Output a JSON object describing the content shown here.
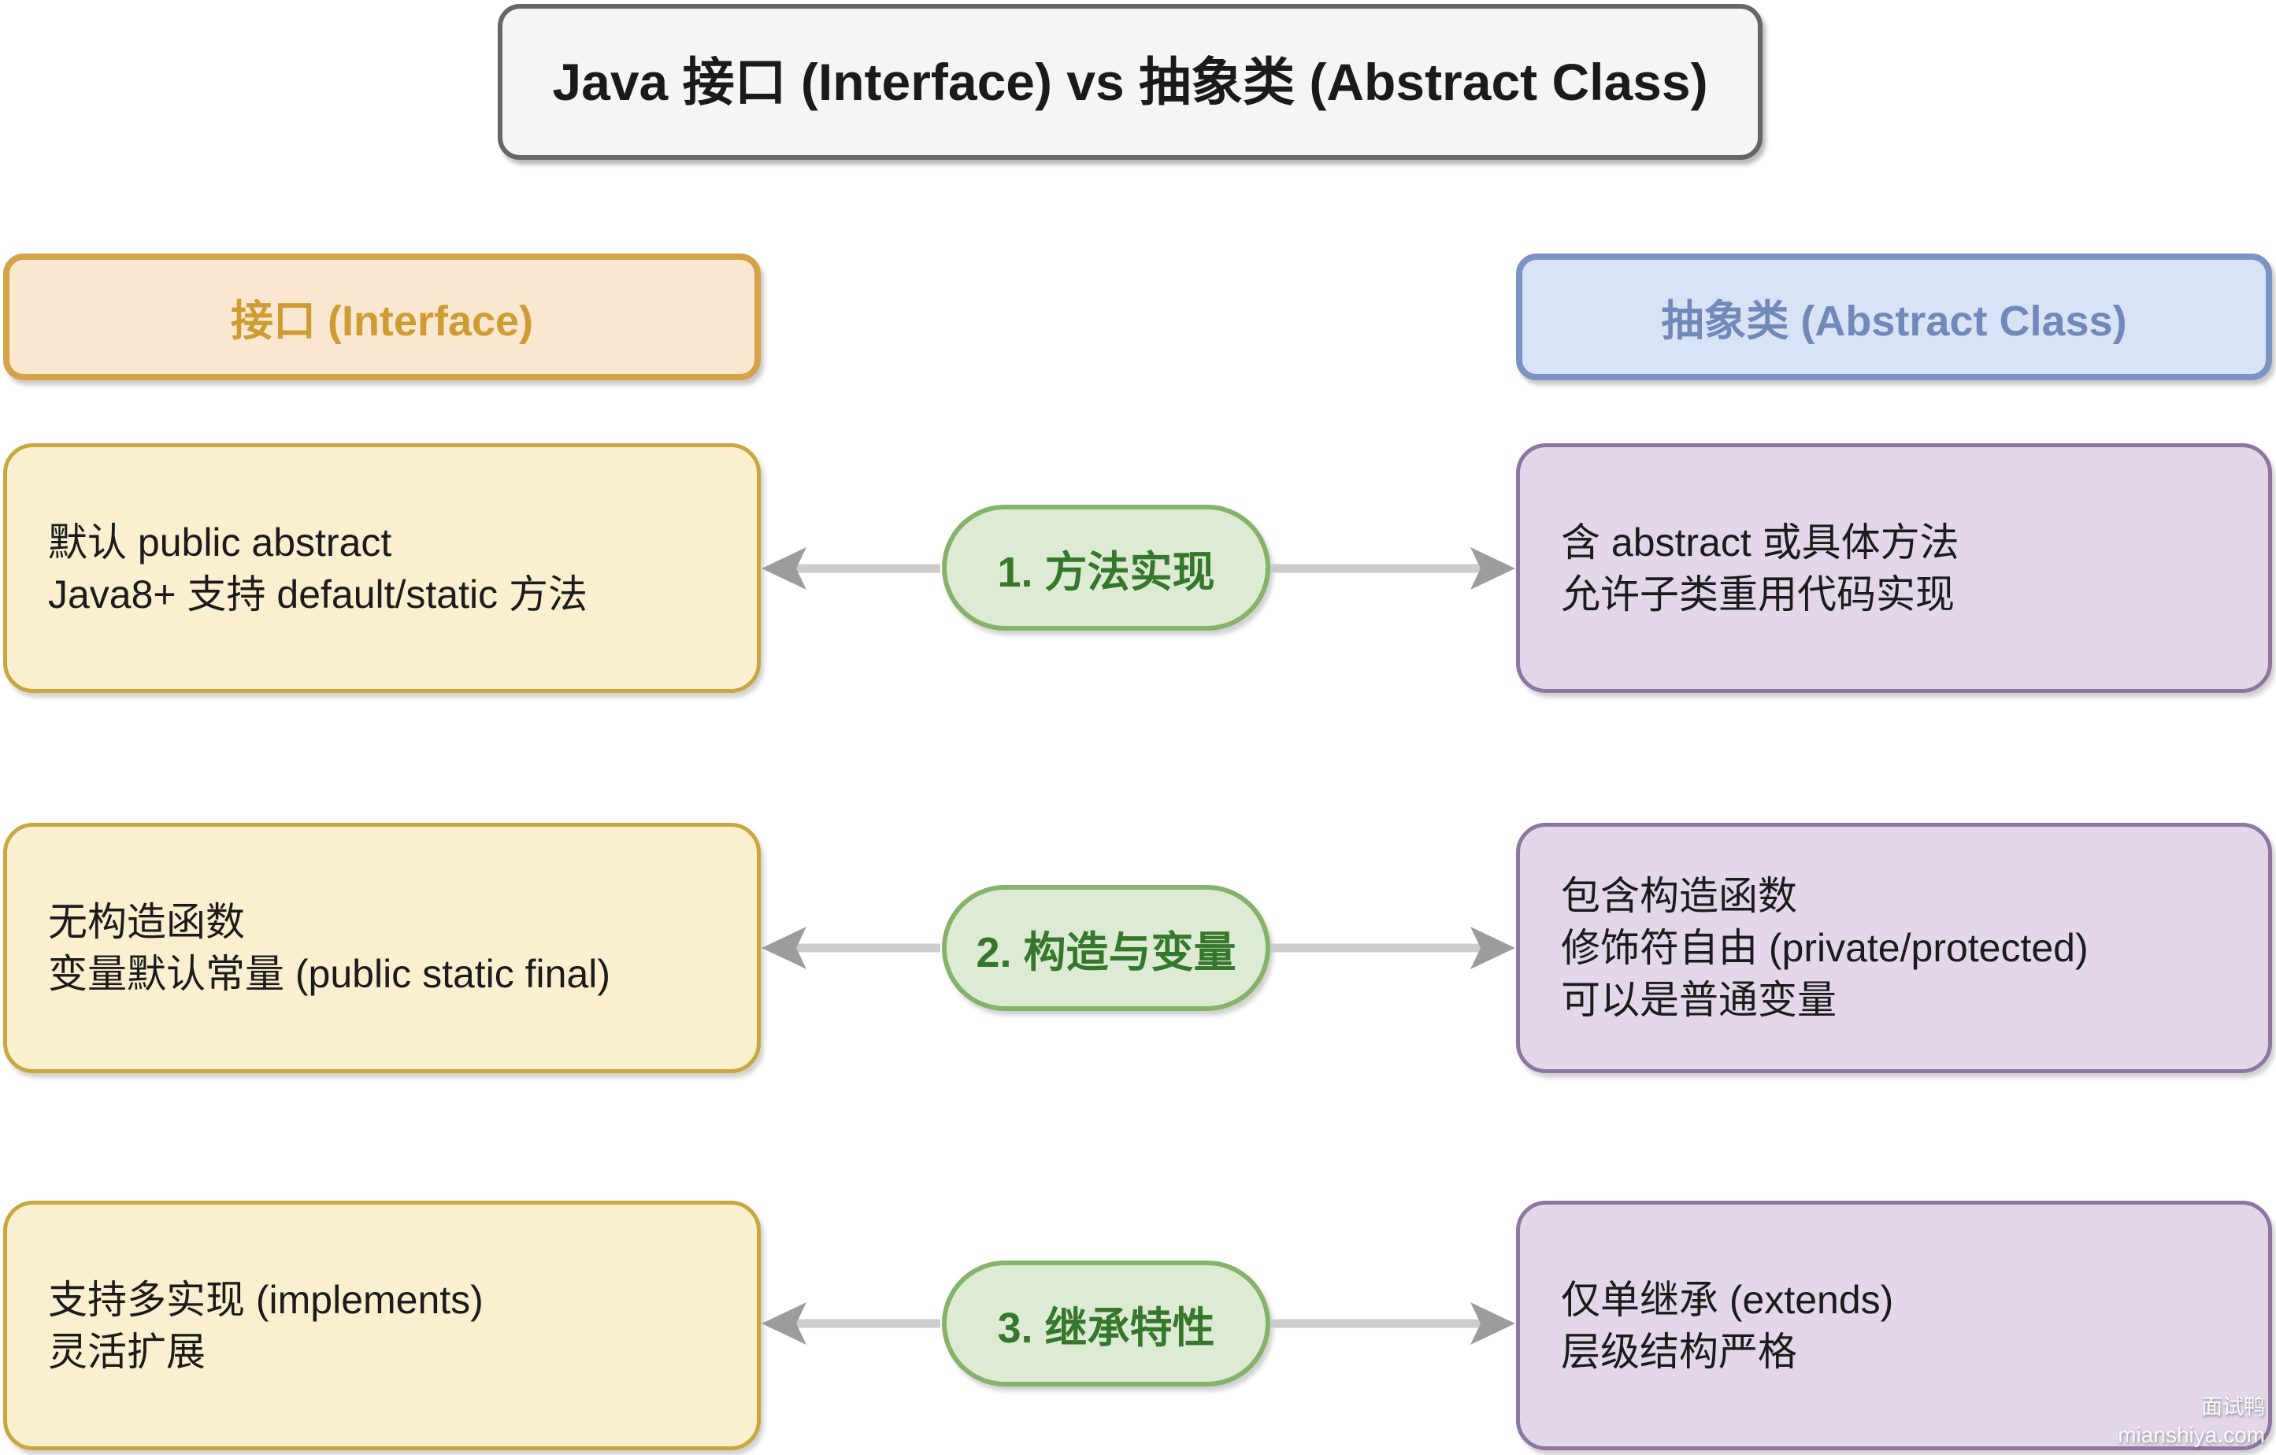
{
  "title": "Java 接口 (Interface) vs 抽象类 (Abstract Class)",
  "columns": {
    "left": {
      "label": "接口 (Interface)"
    },
    "right": {
      "label": "抽象类 (Abstract Class)"
    }
  },
  "rows": [
    {
      "topic": "1. 方法实现",
      "interface_lines": [
        "默认 public abstract",
        "Java8+ 支持 default/static 方法"
      ],
      "abstract_lines": [
        "含 abstract 或具体方法",
        "允许子类重用代码实现"
      ]
    },
    {
      "topic": "2. 构造与变量",
      "interface_lines": [
        "无构造函数",
        "变量默认常量 (public static final)"
      ],
      "abstract_lines": [
        "包含构造函数",
        "修饰符自由 (private/protected)",
        "可以是普通变量"
      ]
    },
    {
      "topic": "3. 继承特性",
      "interface_lines": [
        "支持多实现 (implements)",
        "灵活扩展"
      ],
      "abstract_lines": [
        "仅单继承 (extends)",
        "层级结构严格"
      ]
    }
  ],
  "watermark": {
    "line1": "面试鸭",
    "line2": "mianshiya.com"
  },
  "colors": {
    "title_fill": "#f5f5f5",
    "title_stroke": "#666666",
    "interface_header_fill": "#fae7d0",
    "interface_header_stroke": "#d5a249",
    "interface_header_text": "#ce9c33",
    "abstract_header_fill": "#d9e3f6",
    "abstract_header_stroke": "#7c93c3",
    "abstract_header_text": "#7189b8",
    "interface_cell_fill": "#faf0cf",
    "interface_cell_stroke": "#c9a63e",
    "abstract_cell_fill": "#e3d8e9",
    "abstract_cell_stroke": "#8e76a3",
    "topic_fill": "#ddebd5",
    "topic_stroke": "#85b36a",
    "topic_text": "#35772b",
    "arrow_line": "#cccccc",
    "arrow_head": "#9c9c9c"
  }
}
